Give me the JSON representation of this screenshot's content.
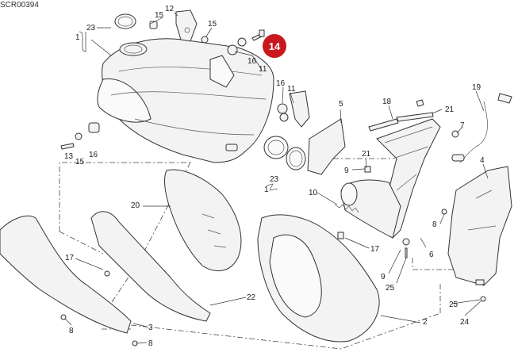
{
  "diagram": {
    "code": "SCR00394",
    "highlight": {
      "label": "14",
      "color": "#c8181e"
    },
    "labels": {
      "l1a": "1",
      "l1b": "1",
      "l2": "2",
      "l3": "3",
      "l4": "4",
      "l5": "5",
      "l6": "6",
      "l7": "7",
      "l8a": "8",
      "l8b": "8",
      "l8c": "8",
      "l9a": "9",
      "l9b": "9",
      "l10": "10",
      "l11a": "11",
      "l11b": "11",
      "l12": "12",
      "l13": "13",
      "l15a": "15",
      "l15b": "15",
      "l15c": "15",
      "l16a": "16",
      "l16b": "16",
      "l16c": "16",
      "l17a": "17",
      "l17b": "17",
      "l18": "18",
      "l19": "19",
      "l20": "20",
      "l21a": "21",
      "l21b": "21",
      "l22": "22",
      "l23a": "23",
      "l23b": "23",
      "l24": "24",
      "l25a": "25",
      "l25b": "25"
    }
  }
}
